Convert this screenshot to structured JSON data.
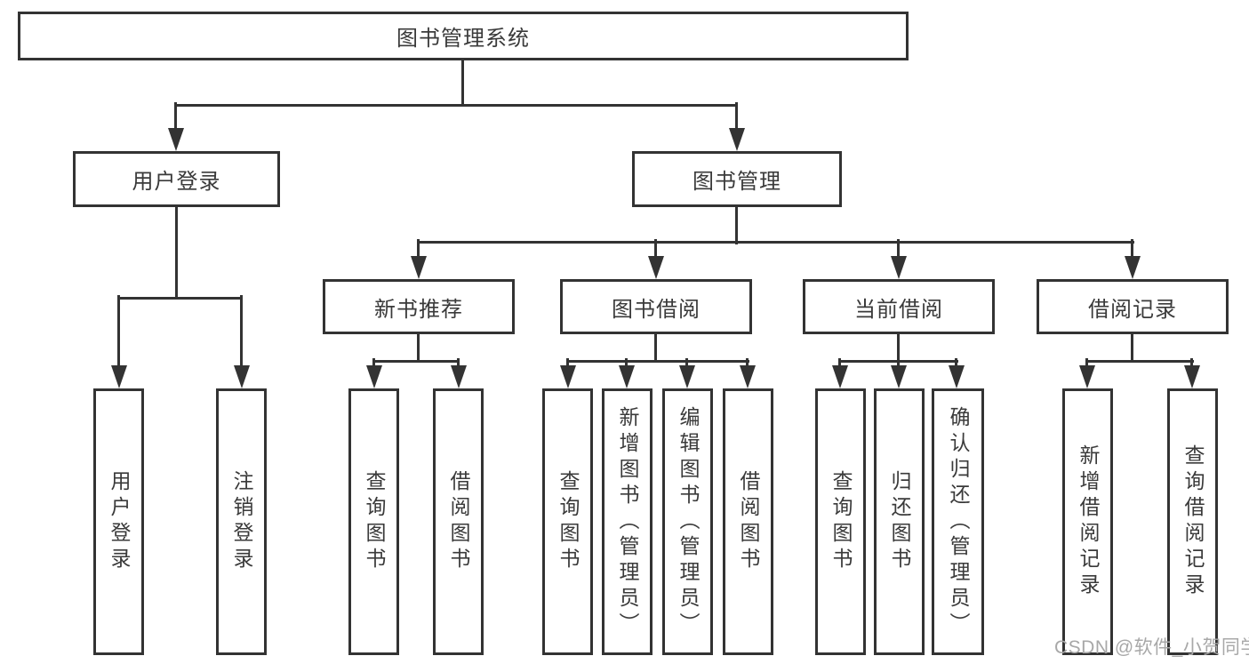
{
  "tree": {
    "label": "图书管理系统",
    "children": [
      {
        "label": "用户登录",
        "children": [
          {
            "label": "用户登录"
          },
          {
            "label": "注销登录"
          }
        ]
      },
      {
        "label": "图书管理",
        "children": [
          {
            "label": "新书推荐",
            "children": [
              {
                "label": "查询图书"
              },
              {
                "label": "借阅图书"
              }
            ]
          },
          {
            "label": "图书借阅",
            "children": [
              {
                "label": "查询图书"
              },
              {
                "label": "新增图书（管理员）"
              },
              {
                "label": "编辑图书（管理员）"
              },
              {
                "label": "借阅图书"
              }
            ]
          },
          {
            "label": "当前借阅",
            "children": [
              {
                "label": "查询图书"
              },
              {
                "label": "归还图书"
              },
              {
                "label": "确认归还（管理员）"
              }
            ]
          },
          {
            "label": "借阅记录",
            "children": [
              {
                "label": "新增借阅记录"
              },
              {
                "label": "查询借阅记录"
              }
            ]
          }
        ]
      }
    ]
  },
  "watermark": {
    "text": "CSDN @软件_小贺同学"
  },
  "colors": {
    "line": "#333333",
    "text": "#3a3a3a",
    "background": "#ffffff",
    "watermark": "#a8a8a8"
  }
}
